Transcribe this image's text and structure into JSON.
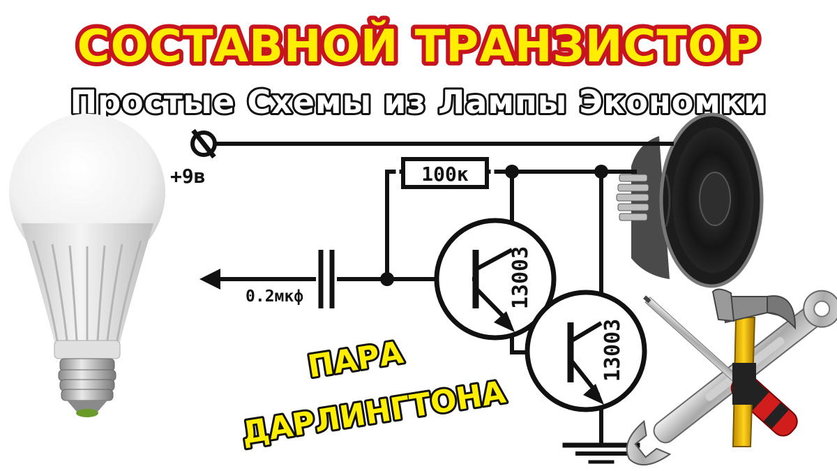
{
  "header": {
    "title": "СОСТАВНОЙ  ТРАНЗИСТОР",
    "subtitle": "Простые Схемы из Лампы Экономки"
  },
  "schematic": {
    "supply_label": "+9в",
    "resistor_label": "100к",
    "capacitor_label": "0.2мкф",
    "transistor_1_label": "13003",
    "transistor_2_label": "13003"
  },
  "caption": {
    "line1": "ПАРА",
    "line2": "ДАРЛИНГТОНА"
  },
  "colors": {
    "title_fill": "#ffee00",
    "title_outline": "#c8141e",
    "ink": "#111111",
    "background": "#ffffff"
  },
  "icons": [
    "led-bulb-icon",
    "speaker-icon",
    "screwdriver-icon",
    "hammer-icon",
    "wrench-icon",
    "ground-symbol"
  ]
}
